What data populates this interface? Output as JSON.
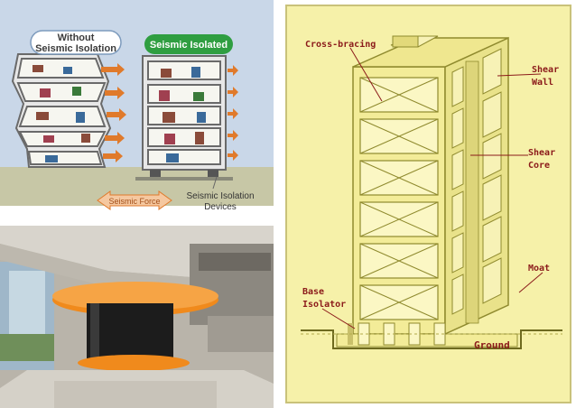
{
  "top_left": {
    "left_title_line1": "Without",
    "left_title_line2": "Seismic Isolation",
    "right_title": "Seismic Isolated",
    "force_label": "Seismic Force",
    "devices_line1": "Seismic Isolation",
    "devices_line2": "Devices",
    "colors": {
      "pill_green": "#2f9e41",
      "ground": "#c7c7a6",
      "sky": "#c9d7e8",
      "arrow": "#e07a2b"
    }
  },
  "right_diagram": {
    "cross_bracing": "Cross-bracing",
    "shear_wall_line1": "Shear",
    "shear_wall_line2": "Wall",
    "shear_core_line1": "Shear",
    "shear_core_line2": "Core",
    "moat": "Moat",
    "base_isolator_line1": "Base",
    "base_isolator_line2": "Isolator",
    "ground": "Ground",
    "colors": {
      "paper": "#f6f1a9",
      "label": "#8b1a1a",
      "frame": "#b3b335"
    }
  },
  "photo": {
    "colors": {
      "bearing": "#f08a1c",
      "rubber": "#1c1c1c",
      "concrete": "#d5d1c8"
    }
  }
}
